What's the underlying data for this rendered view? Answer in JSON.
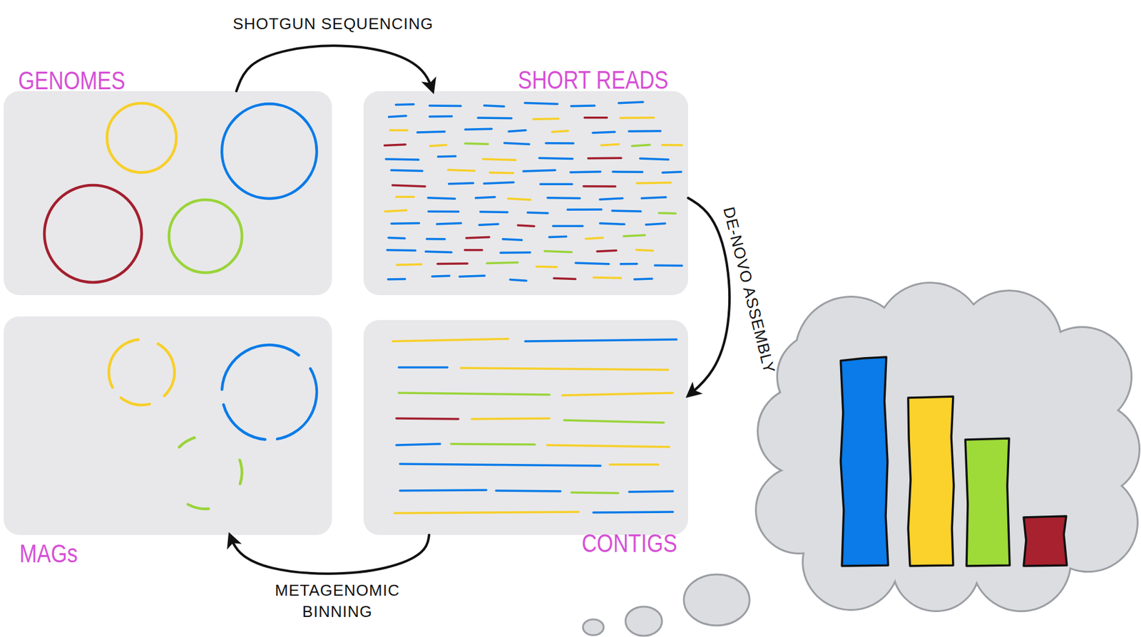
{
  "diagram": {
    "nodes": [
      {
        "text": [
          "GENOMES"
        ]
      },
      {
        "text": [
          "SHORT READS"
        ]
      },
      {
        "text": [
          "MAGs"
        ]
      },
      {
        "text": [
          "CONTIGS"
        ]
      }
    ],
    "edges": [
      {
        "from": 0,
        "to": 1,
        "arrow": "to",
        "label": "SHOTGUN SEQUENCING"
      },
      {
        "from": 1,
        "to": 3,
        "arrow": "to",
        "label": "DE-NOVO ASSEMBLY"
      },
      {
        "from": 3,
        "to": 2,
        "arrow": "to",
        "label": "METAGENOMIC BINNING"
      }
    ]
  }
}
